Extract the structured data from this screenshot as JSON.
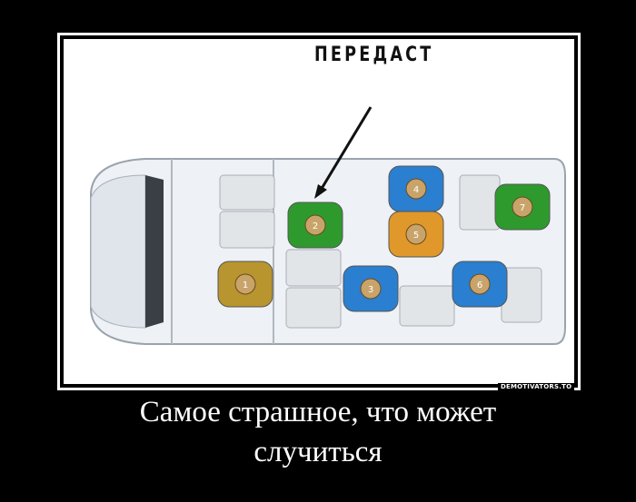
{
  "image": {
    "arrow_label": "ПЕРЕДАСТ",
    "seats": [
      {
        "number": "1",
        "color": "#b8952e"
      },
      {
        "number": "2",
        "color": "#2e9a2e"
      },
      {
        "number": "3",
        "color": "#2a7fd0"
      },
      {
        "number": "4",
        "color": "#2a7fd0"
      },
      {
        "number": "5",
        "color": "#e0982a"
      },
      {
        "number": "6",
        "color": "#2a7fd0"
      },
      {
        "number": "7",
        "color": "#2e9a2e"
      }
    ]
  },
  "watermark": "DEMOTIVATORS.TO",
  "caption": {
    "line1": "Самое страшное, что может",
    "line2": "случиться"
  }
}
